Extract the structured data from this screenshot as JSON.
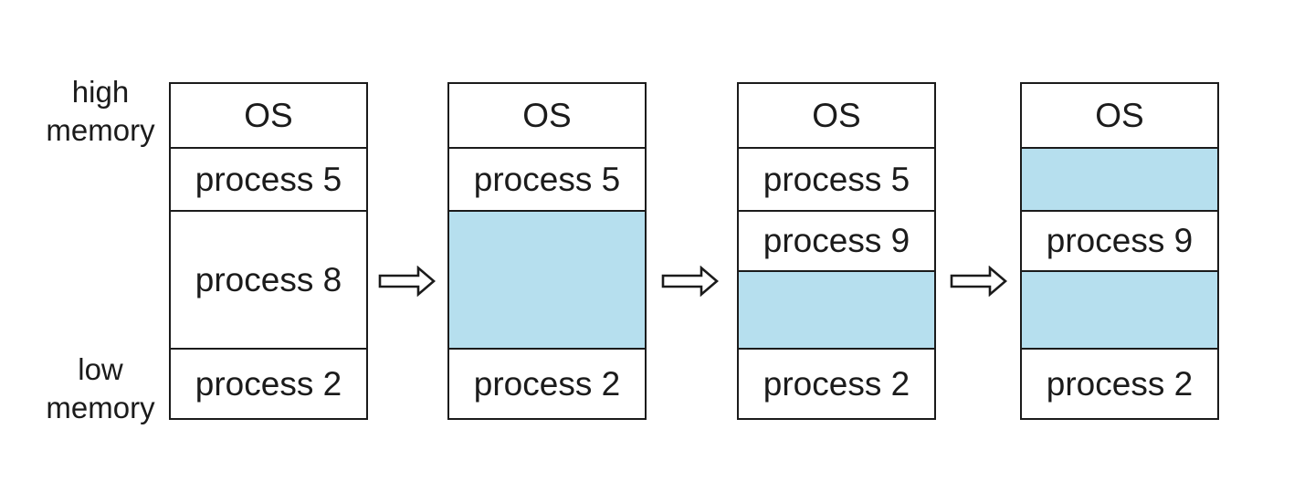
{
  "diagram": {
    "title": "contiguous-memory-allocation-steps",
    "colors": {
      "background": "#ffffff",
      "border": "#1b1b1b",
      "text": "#1b1b1b",
      "hole_fill": "#b6dfee"
    },
    "side_labels": {
      "high": [
        "high",
        "memory"
      ],
      "low": [
        "low",
        "memory"
      ]
    },
    "arrows": [
      {
        "name": "step-arrow-1",
        "direction": "right"
      },
      {
        "name": "step-arrow-2",
        "direction": "right"
      },
      {
        "name": "step-arrow-3",
        "direction": "right"
      }
    ],
    "columns": [
      {
        "step": 1,
        "segments": [
          {
            "label": "OS",
            "state": "allocated"
          },
          {
            "label": "process 5",
            "state": "allocated"
          },
          {
            "label": "process 8",
            "state": "allocated"
          },
          {
            "label": "process 2",
            "state": "allocated"
          }
        ]
      },
      {
        "step": 2,
        "segments": [
          {
            "label": "OS",
            "state": "allocated"
          },
          {
            "label": "process 5",
            "state": "allocated"
          },
          {
            "label": "",
            "state": "free"
          },
          {
            "label": "process 2",
            "state": "allocated"
          }
        ]
      },
      {
        "step": 3,
        "segments": [
          {
            "label": "OS",
            "state": "allocated"
          },
          {
            "label": "process 5",
            "state": "allocated"
          },
          {
            "label": "process 9",
            "state": "allocated"
          },
          {
            "label": "",
            "state": "free"
          },
          {
            "label": "process 2",
            "state": "allocated"
          }
        ]
      },
      {
        "step": 4,
        "segments": [
          {
            "label": "OS",
            "state": "allocated"
          },
          {
            "label": "",
            "state": "free"
          },
          {
            "label": "process 9",
            "state": "allocated"
          },
          {
            "label": "",
            "state": "free"
          },
          {
            "label": "process 2",
            "state": "allocated"
          }
        ]
      }
    ]
  }
}
